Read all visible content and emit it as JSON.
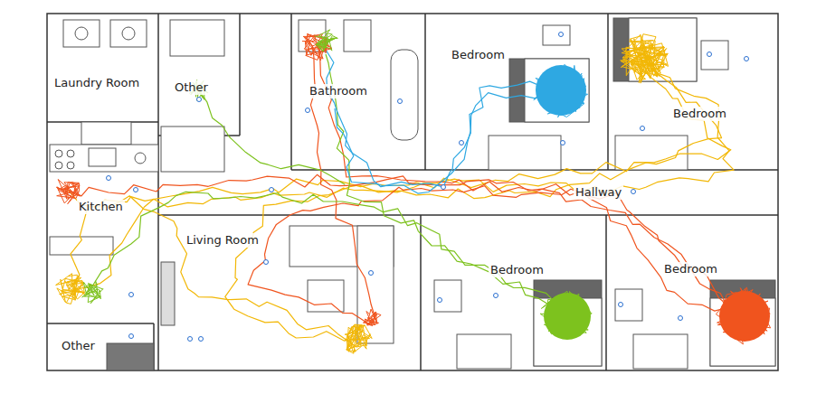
{
  "diagram": {
    "labels": [
      "Laundry Room",
      "Other",
      "Bathroom",
      "Bedroom",
      "Bedroom",
      "Kitchen",
      "Living Room",
      "Hallway",
      "Bedroom",
      "Bedroom",
      "Other"
    ]
  }
}
